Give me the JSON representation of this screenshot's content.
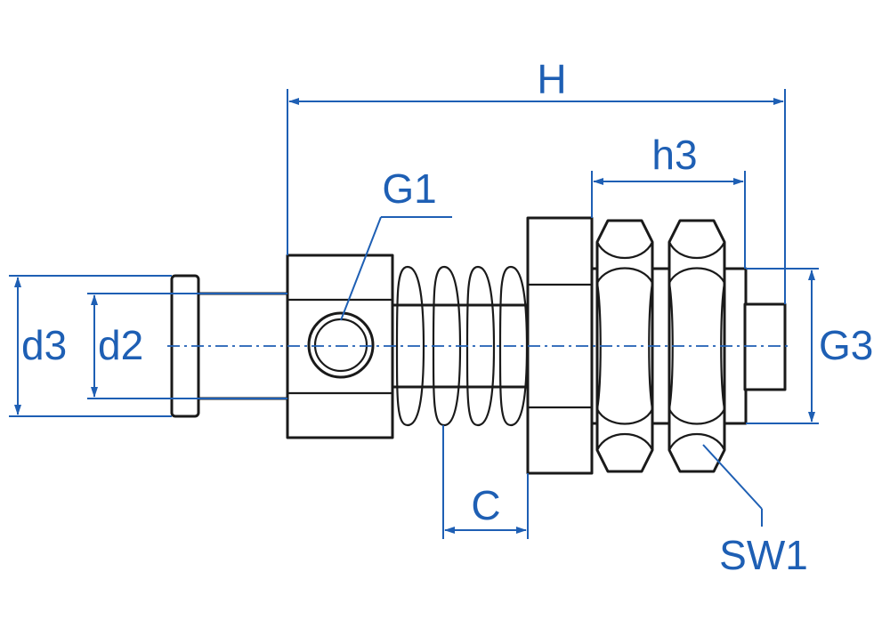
{
  "labels": {
    "H": "H",
    "h3": "h3",
    "G1": "G1",
    "G3": "G3",
    "d3": "d3",
    "d2": "d2",
    "C": "C",
    "SW1": "SW1"
  },
  "colors": {
    "dimension": "#1e5fb4",
    "outline": "#1a1a1a",
    "background": "#ffffff"
  }
}
